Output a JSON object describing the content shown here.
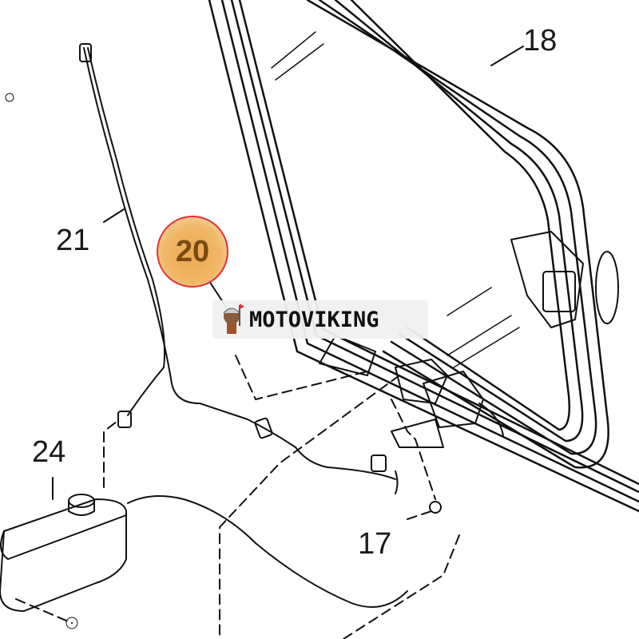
{
  "diagram": {
    "callouts": {
      "part_18": "18",
      "part_21": "21",
      "part_20": "20",
      "part_24": "24",
      "part_17": "17"
    },
    "highlighted_part": "20",
    "highlight_color": "#e0343a",
    "highlight_fill": "#f0b868"
  },
  "watermark": {
    "text": "MOTOVIKING"
  }
}
